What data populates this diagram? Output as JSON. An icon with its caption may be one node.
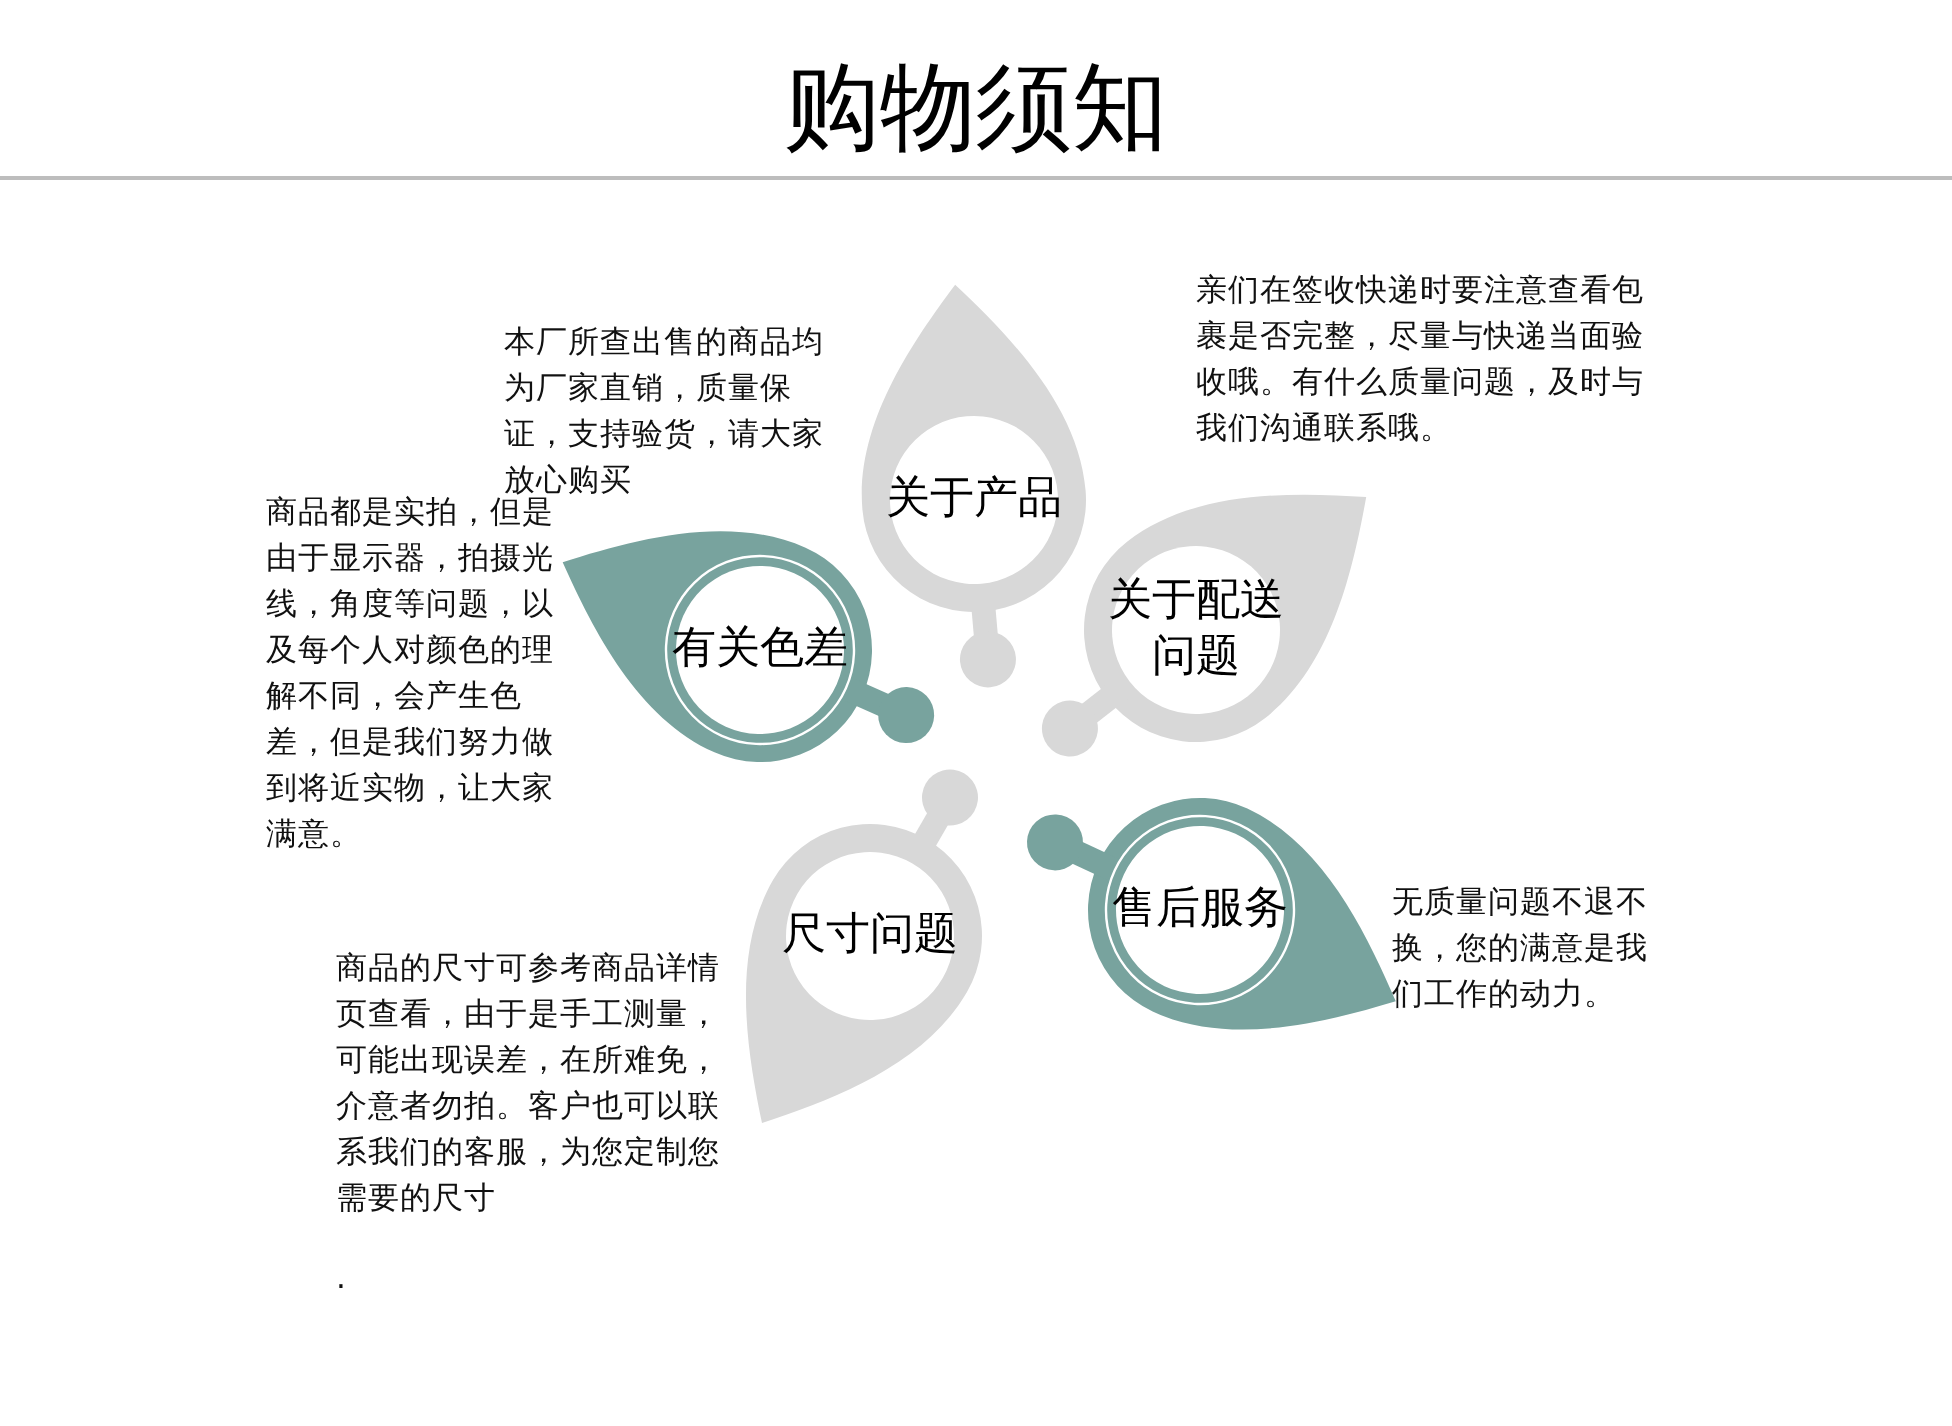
{
  "diagram": {
    "title": "购物须知",
    "nodes": [
      {
        "text": [
          "关于产品"
        ],
        "beside": [
          "本厂所查出售的商品均为厂家直销，质量保证，支持验货，请大家放心购买"
        ]
      },
      {
        "text": [
          "关于配送问题"
        ],
        "beside": [
          "亲们在签收快递时要注意查看包裹是否完整，尽量与快递当面验收哦。有什么质量问题，及时与我们沟通联系哦。"
        ]
      },
      {
        "text": [
          "售后服务"
        ],
        "beside": [
          "无质量问题不退不换，您的满意是我们工作的动力。"
        ]
      },
      {
        "text": [
          "尺寸问题"
        ],
        "beside": [
          "商品的尺寸可参考商品详情页查看，由于是手工测量，可能出现误差，在所难免，介意者勿拍。客户也可以联系我们的客服，为您定制您需要的尺寸"
        ]
      },
      {
        "text": [
          "有关色差"
        ],
        "beside": [
          "商品都是实拍，但是由于显示器，拍摄光线，角度等问题，以及每个人对颜色的理解不同，会产生色差，但是我们努力做到将近实物，让大家满意。"
        ]
      }
    ],
    "labels": [
      "."
    ]
  }
}
